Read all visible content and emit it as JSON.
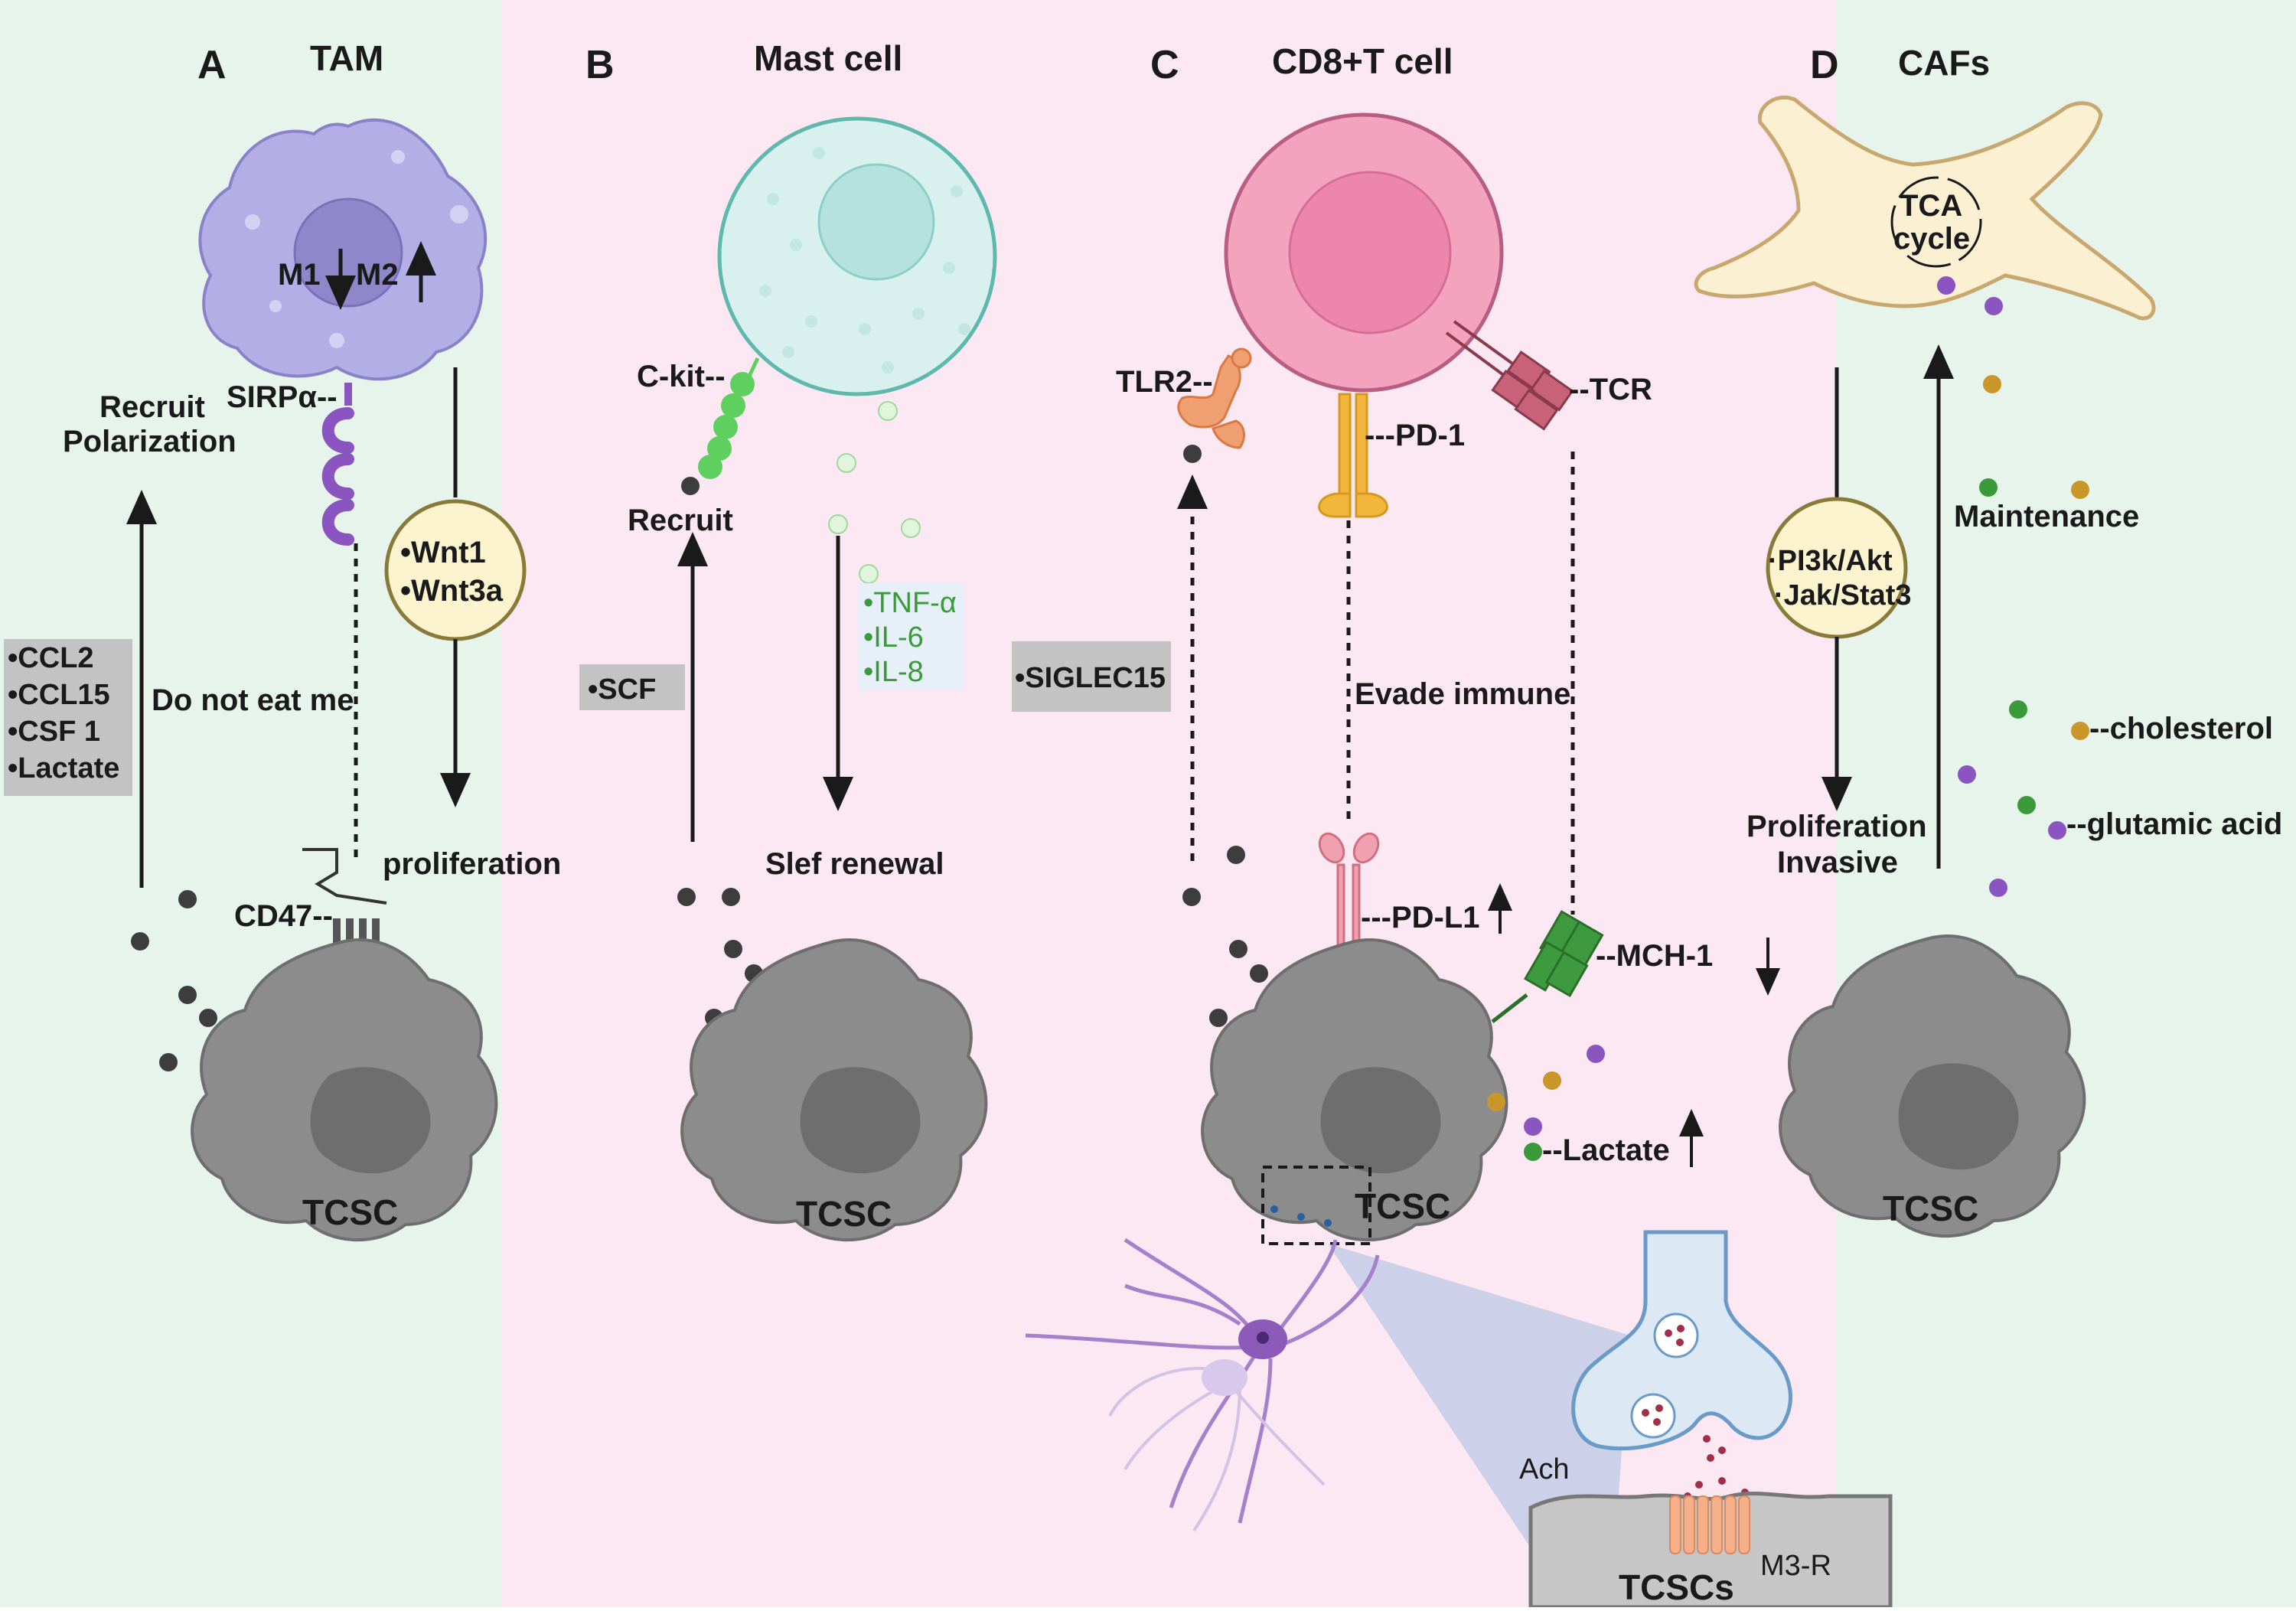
{
  "panels": {
    "a": {
      "letter": "A",
      "title": "TAM",
      "m1": "M1",
      "m2": "M2",
      "sirpa": "SIRPα--",
      "recruit": "Recruit",
      "polarization": "Polarization",
      "factors": [
        "•CCL2",
        "•CCL15",
        "•CSF 1",
        "•Lactate"
      ],
      "dont_eat": "Do not eat me",
      "wnt1": "•Wnt1",
      "wnt3a": "•Wnt3a",
      "proliferation": "proliferation",
      "cd47": "CD47--",
      "tcsc": "TCSC"
    },
    "b": {
      "letter": "B",
      "title": "Mast cell",
      "ckit": "C-kit--",
      "recruit": "Recruit",
      "scf": "•SCF",
      "cytokines": [
        "•TNF-α",
        "•IL-6",
        "•IL-8"
      ],
      "self_renewal": "Slef renewal",
      "tcsc": "TCSC"
    },
    "c": {
      "letter": "C",
      "title": "CD8+T cell",
      "tlr2": "TLR2--",
      "pd1": "---PD-1",
      "tcr": "--TCR",
      "siglec15": "•SIGLEC15",
      "evade": "Evade immune",
      "pdl1": "---PD-L1",
      "mch1": "--MCH-1",
      "lactate": "--Lactate",
      "tcsc": "TCSC",
      "ach": "Ach",
      "m3r": "M3-R",
      "tcscs": "TCSCs"
    },
    "d": {
      "letter": "D",
      "title": "CAFs",
      "tca1": "TCA",
      "tca2": "cycle",
      "pi3k": "·PI3k/Akt",
      "jak": "·Jak/Stat3",
      "maintenance": "Maintenance",
      "cholesterol": "--cholesterol",
      "glutamic": "--glutamic acid",
      "proliferation": "Proliferation",
      "invasive": "Invasive",
      "tcsc": "TCSC"
    }
  },
  "colors": {
    "green_bg": "#e6f4ec",
    "pink_bg": "#fce8f3",
    "tam": "#b3aee6",
    "mast": "#d8f0ee",
    "tcell": "#f4a3bf",
    "caf": "#fbf0d2",
    "tcsc": "#8c8c8c",
    "dot_dark": "#3d3d3d",
    "dot_green": "#3a9a3a",
    "dot_purple": "#8a55c0",
    "dot_gold": "#c9962a"
  }
}
